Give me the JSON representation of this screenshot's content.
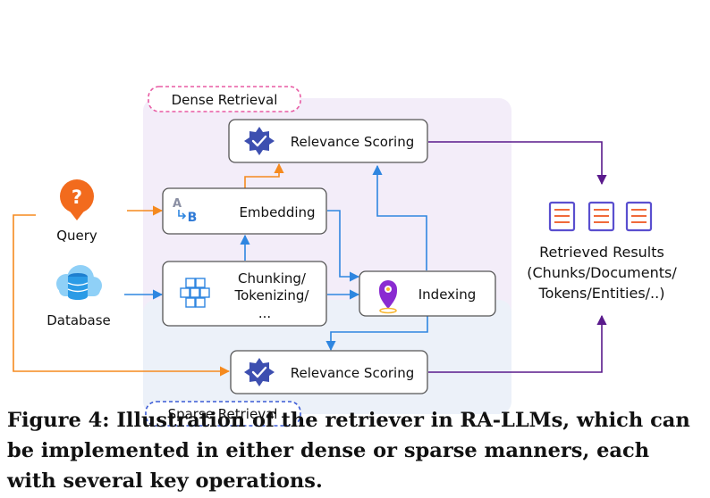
{
  "diagram": {
    "dense_label": "Dense Retrieval",
    "sparse_label": "Sparse Retrieval",
    "query_label": "Query",
    "database_label": "Database",
    "relevance_dense": "Relevance Scoring",
    "relevance_sparse": "Relevance Scoring",
    "embedding": "Embedding",
    "chunking_line1": "Chunking/",
    "chunking_line2": "Tokenizing/",
    "chunking_line3": "...",
    "indexing": "Indexing",
    "results_line1": "Retrieved Results",
    "results_line2": "(Chunks/Documents/",
    "results_line3": "Tokens/Entities/..)",
    "ab_glyph_a": "A",
    "ab_glyph_b": "B",
    "query_glyph": "?"
  },
  "colors": {
    "dense_region": "#f3edf9",
    "sparse_region": "#ecf1f9",
    "dense_tag_border": "#e85aa3",
    "sparse_tag_border": "#3b5bd6",
    "orange_arrow": "#f58a1f",
    "blue_arrow": "#2f86e0",
    "purple_arrow": "#5a1a8c",
    "query_icon": "#f26b1d",
    "database_icon": "#2b9be6",
    "relevance_icon": "#3d4fb0",
    "indexing_icon": "#8a2bd1",
    "result_doc": "#5a4fcf",
    "result_line": "#f06a3a"
  },
  "caption": "Figure 4: Illustration of the retriever in RA-LLMs, which can be implemented in either dense or sparse manners, each with several key operations."
}
